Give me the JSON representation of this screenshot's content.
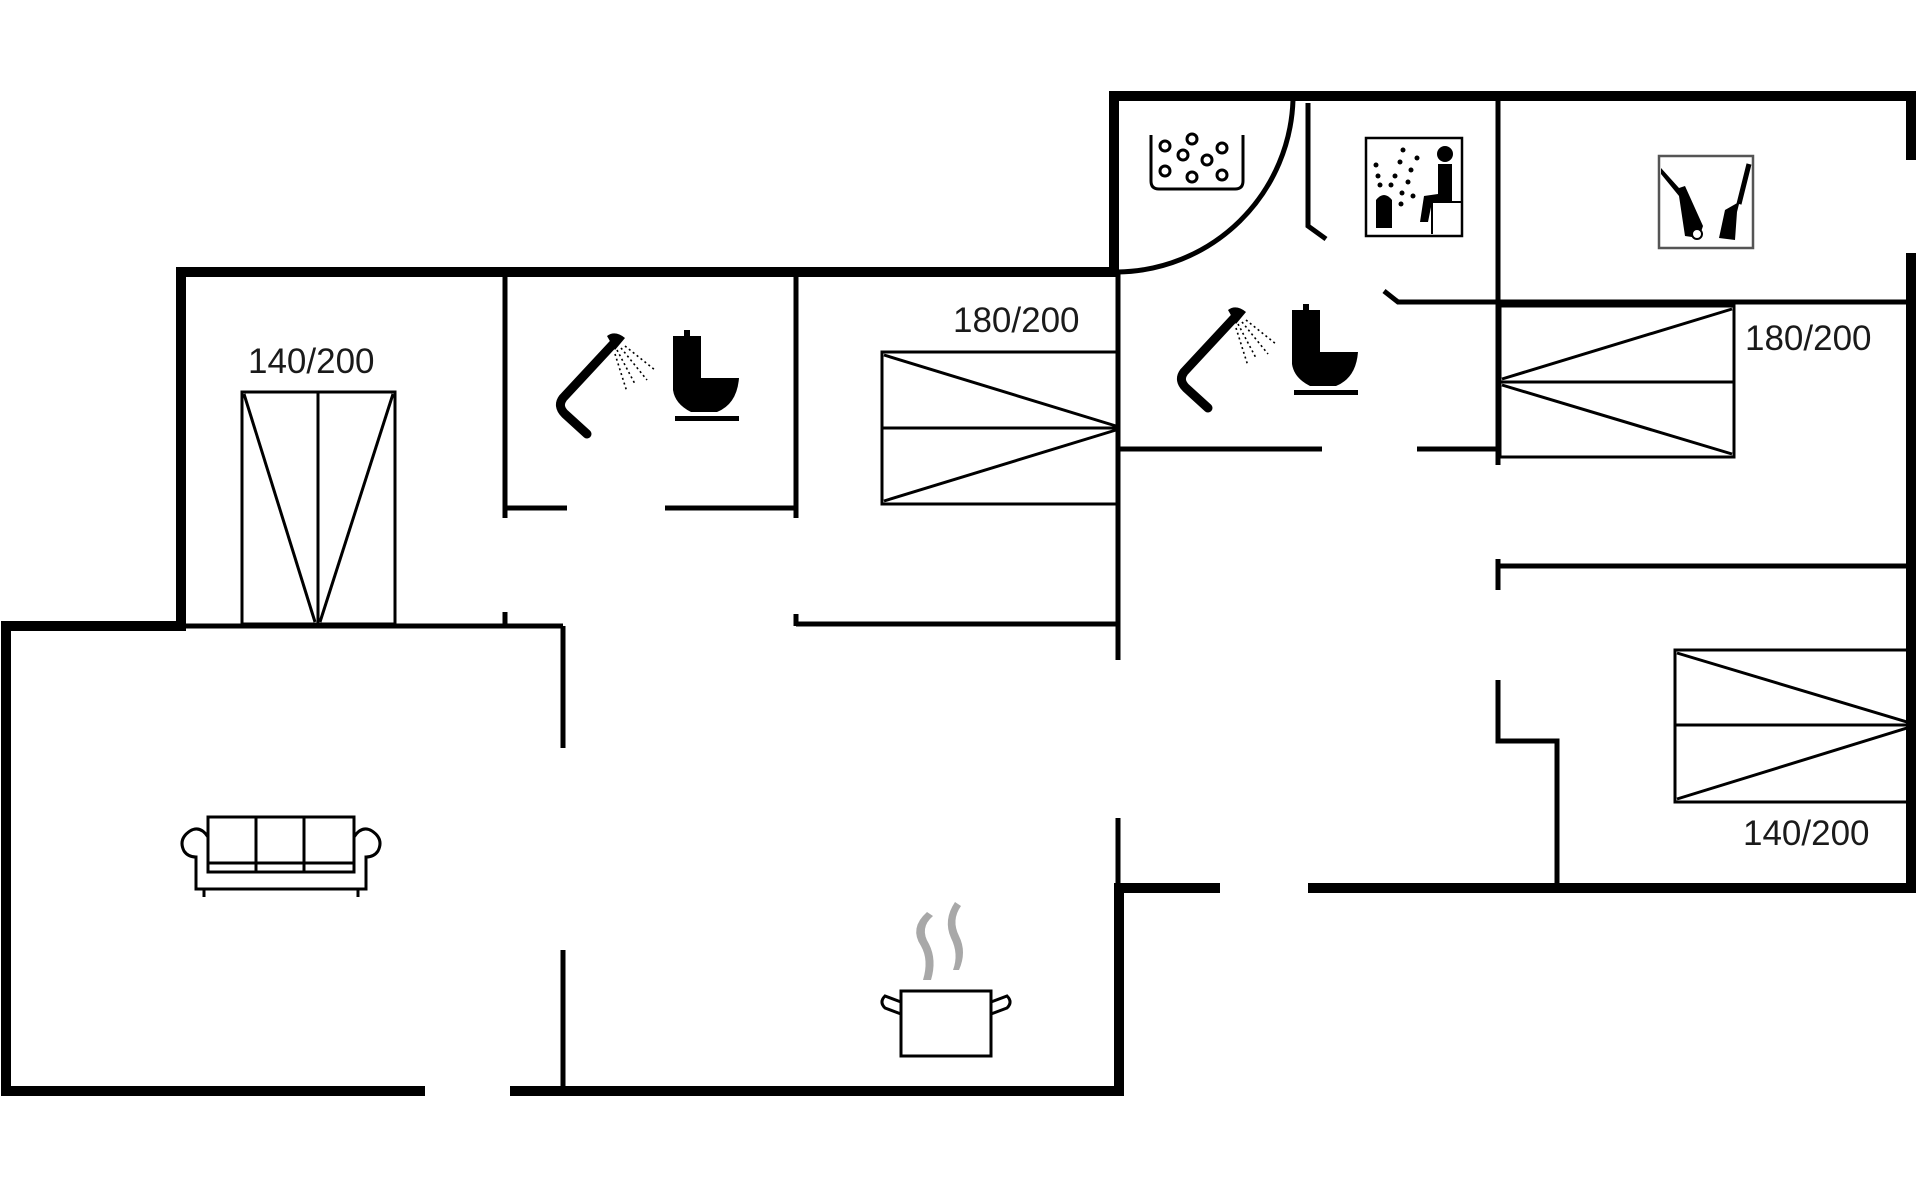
{
  "floorplan": {
    "title": "Floor plan",
    "colors": {
      "wall": "#000000",
      "steam": "#a8a8a8",
      "background": "#ffffff"
    },
    "bed_labels": {
      "bed_left": "140/200",
      "bed_center": "180/200",
      "bed_upper_right": "180/200",
      "bed_lower_right": "140/200"
    },
    "rooms": [
      {
        "name": "Living room",
        "icon": "sofa-icon"
      },
      {
        "name": "Kitchen",
        "icon": "cooking-pot-icon"
      },
      {
        "name": "Bedroom 1",
        "icon": "bed-icon",
        "bed_size": "140/200"
      },
      {
        "name": "Bathroom 1",
        "icon": "shower-icon"
      },
      {
        "name": "Bedroom 2",
        "icon": "bed-icon",
        "bed_size": "180/200"
      },
      {
        "name": "Bathroom 2",
        "icon": "shower-icon"
      },
      {
        "name": "Spa",
        "icon": "whirlpool-icon"
      },
      {
        "name": "Sauna",
        "icon": "sauna-icon"
      },
      {
        "name": "Utility room",
        "icon": "vacuum-cleaner-icon"
      },
      {
        "name": "Bedroom 3",
        "icon": "bed-icon",
        "bed_size": "180/200"
      },
      {
        "name": "Bedroom 4",
        "icon": "bed-icon",
        "bed_size": "140/200"
      }
    ]
  }
}
